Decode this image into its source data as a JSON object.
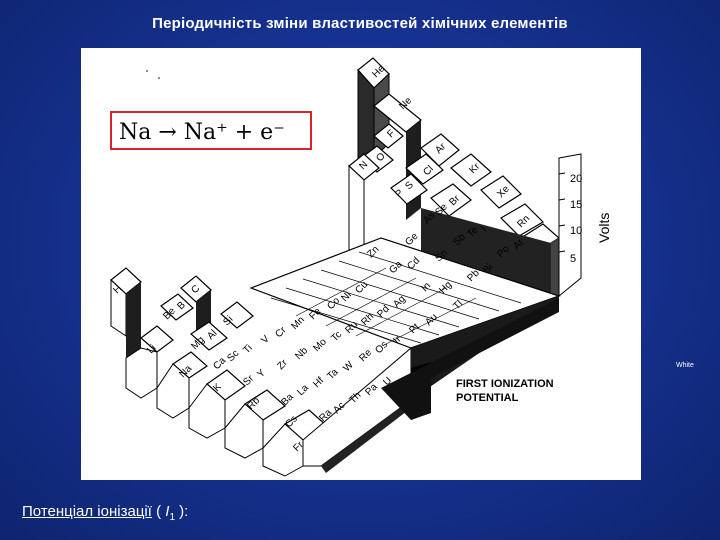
{
  "slide": {
    "title": "Періодичність зміни властивостей хімічних елементів",
    "white_note": "White",
    "caption_link": "Потенціал іонізації",
    "caption_paren_open": " ( ",
    "caption_symbol": "I",
    "caption_sub": "1",
    "caption_close": " ):"
  },
  "figure": {
    "equation": "Na → Na⁺ + e⁻",
    "equation_box_color": "#d9232d",
    "label_line1": "FIRST IONIZATION",
    "label_line2": "POTENTIAL",
    "axis_unit": "Volts",
    "axis_ticks": [
      "20",
      "15",
      "10",
      "5"
    ],
    "elements": {
      "he": "He",
      "ne": "Ne",
      "f": "F",
      "ar": "Ar",
      "n": "N",
      "o": "O",
      "cl": "Cl",
      "kr": "Kr",
      "p": "P",
      "s": "S",
      "br": "Br",
      "as": "As",
      "se": "Se",
      "xe": "Xe",
      "rn": "Rn",
      "ge": "Ge",
      "sb": "Sb",
      "te": "Te",
      "i": "I",
      "zn": "Zn",
      "cd": "Cd",
      "sn": "Sn",
      "po": "Po",
      "at": "At",
      "hg": "Hg",
      "pb": "Pb",
      "bi": "Bi",
      "h": "H",
      "c": "C",
      "be": "Be",
      "b": "B",
      "si": "Si",
      "li": "Li",
      "mg": "Mg",
      "al": "Al",
      "na": "Na",
      "ca": "Ca",
      "sc": "Sc",
      "ti": "Ti",
      "v": "V",
      "cr": "Cr",
      "mn": "Mn",
      "fe": "Fe",
      "co": "Co",
      "ni": "Ni",
      "cu": "Cu",
      "ga": "Ga",
      "k": "K",
      "sr": "Sr",
      "y": "Y",
      "zr": "Zr",
      "nb": "Nb",
      "mo": "Mo",
      "tc": "Tc",
      "ru": "Ru",
      "rh": "Rh",
      "pd": "Pd",
      "ag": "Ag",
      "in": "In",
      "rb": "Rb",
      "ba": "Ba",
      "la": "La",
      "hf": "Hf",
      "ta": "Ta",
      "w": "W",
      "re": "Re",
      "os": "Os",
      "ir": "Ir",
      "pt": "Pt",
      "au": "Au",
      "tl": "Tl",
      "cs": "Cs",
      "ra": "Ra",
      "ac": "Ac",
      "th": "Th",
      "pa": "Pa",
      "u": "U",
      "fr": "Fr"
    }
  }
}
